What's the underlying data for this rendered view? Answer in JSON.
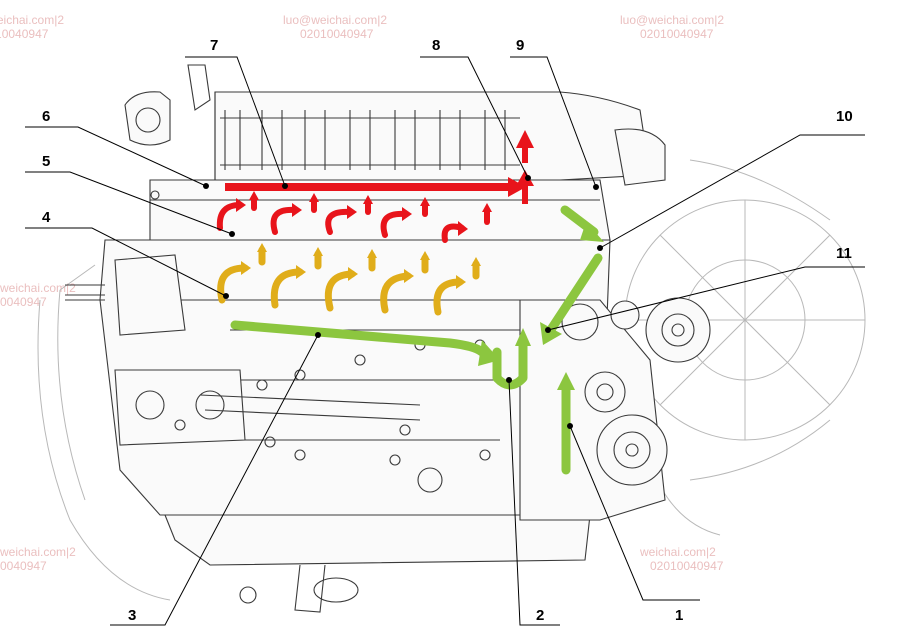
{
  "watermarks": [
    {
      "line1": "luo@weichai.com|2",
      "line2": "02010040947"
    },
    {
      "line1": "luo@weichai.com|2",
      "line2": "02010040947"
    },
    {
      "line1": "luo@weichai.com|2",
      "line2": "02010040947"
    },
    {
      "line1": "weichai.com|2",
      "line2": "0040947"
    },
    {
      "line1": "weichai.com|2",
      "line2": "0040947"
    },
    {
      "line1": "weichai.com|2",
      "line2": "02010040947"
    }
  ],
  "callouts": [
    "1",
    "2",
    "3",
    "4",
    "5",
    "6",
    "7",
    "8",
    "9",
    "10",
    "11"
  ],
  "flow_colors": {
    "hot": "#e8141b",
    "warm": "#e0ad1a",
    "cool": "#8cc63f"
  }
}
